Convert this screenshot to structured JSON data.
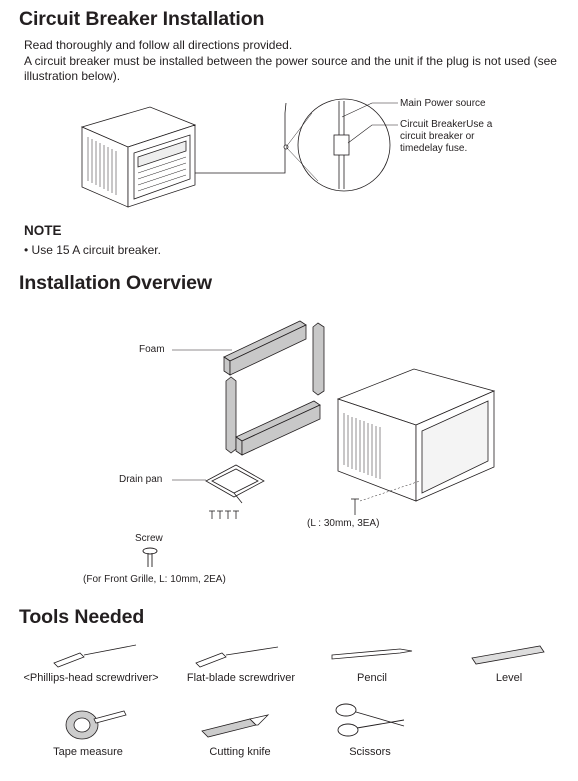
{
  "sections": {
    "breaker": {
      "title": "Circuit Breaker Installation",
      "para1": "Read thoroughly and follow all directions provided.",
      "para2_line1": "A circuit breaker must be installed between the power source and the unit if the plug is not used (see",
      "para2_line2": "illustration below).",
      "labels": {
        "main_power": "Main Power source",
        "breaker_line1": "Circuit BreakerUse a",
        "breaker_line2": "circuit breaker or",
        "breaker_line3": "timedelay fuse."
      }
    },
    "note": {
      "heading": "NOTE",
      "items": [
        "• Use 15 A circuit breaker."
      ]
    },
    "overview": {
      "title": "Installation Overview",
      "labels": {
        "foam": "Foam",
        "drain_pan": "Drain pan",
        "screws_small": "( 𝐓 𝐓 𝐓 𝐓 )",
        "side_screw": "(L : 30mm, 3EA)",
        "screw": "Screw",
        "front_grille": "(For Front Grille, L: 10mm, 2EA)"
      }
    },
    "tools": {
      "title": "Tools Needed",
      "items": [
        {
          "label": "<Phillips-head screwdriver>",
          "icon": "phillips-screwdriver-icon"
        },
        {
          "label": "Flat-blade screwdriver",
          "icon": "flat-screwdriver-icon"
        },
        {
          "label": "Pencil",
          "icon": "pencil-icon"
        },
        {
          "label": "Level",
          "icon": "level-icon"
        },
        {
          "label": "Tape measure",
          "icon": "tape-measure-icon"
        },
        {
          "label": "Cutting knife",
          "icon": "cutting-knife-icon"
        },
        {
          "label": "Scissors",
          "icon": "scissors-icon"
        }
      ]
    }
  }
}
